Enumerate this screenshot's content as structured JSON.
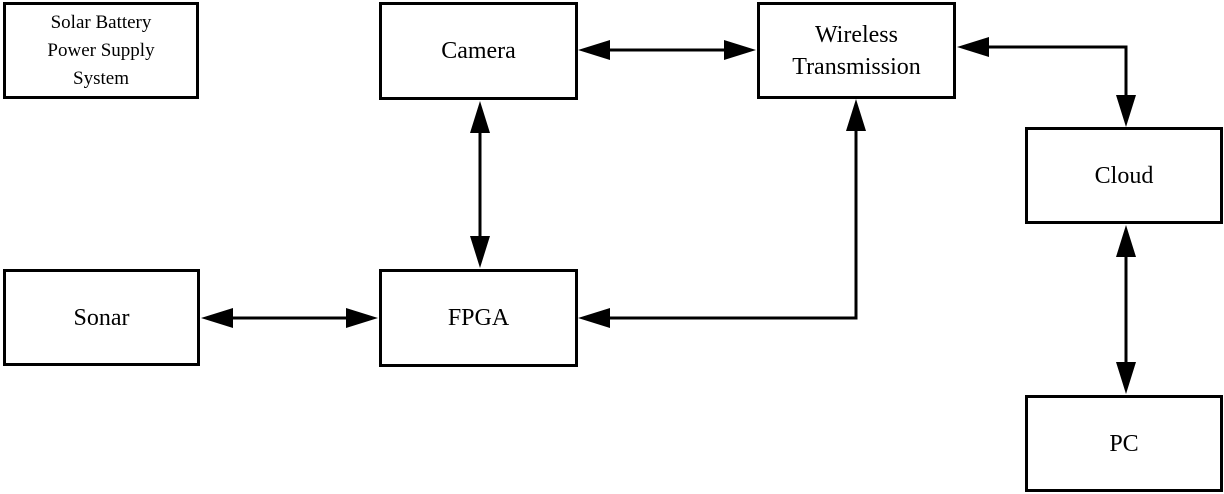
{
  "nodes": {
    "solar": {
      "lines": [
        "Solar Battery",
        "Power Supply",
        "System"
      ]
    },
    "camera": {
      "label": "Camera"
    },
    "wireless": {
      "lines": [
        "Wireless",
        "Transmission"
      ]
    },
    "cloud": {
      "label": "Cloud"
    },
    "sonar": {
      "label": "Sonar"
    },
    "fpga": {
      "label": "FPGA"
    },
    "pc": {
      "label": "PC"
    }
  },
  "edges": [
    {
      "from": "camera",
      "to": "wireless",
      "direction": "bidirectional"
    },
    {
      "from": "camera",
      "to": "fpga",
      "direction": "bidirectional"
    },
    {
      "from": "sonar",
      "to": "fpga",
      "direction": "bidirectional"
    },
    {
      "from": "fpga",
      "to": "wireless",
      "direction": "bidirectional"
    },
    {
      "from": "wireless",
      "to": "cloud",
      "direction": "bidirectional"
    },
    {
      "from": "cloud",
      "to": "pc",
      "direction": "bidirectional"
    }
  ]
}
